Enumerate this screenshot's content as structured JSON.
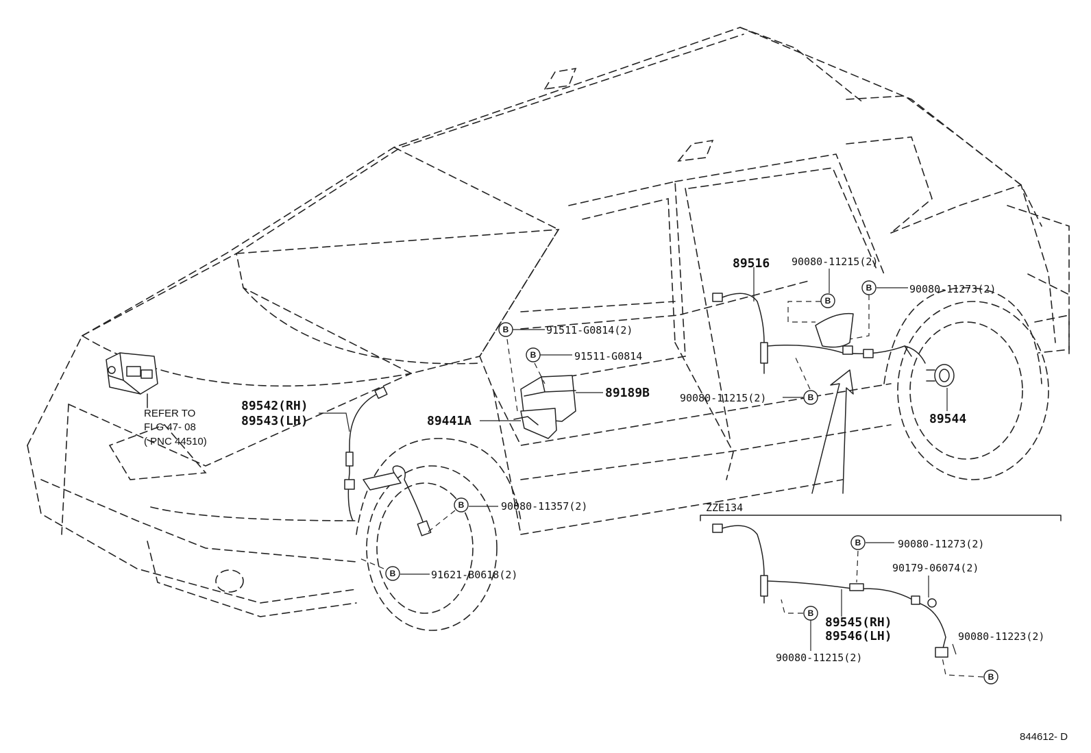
{
  "labels": {
    "p89516": "89516",
    "p90080_11215_2_top": "90080-11215(2)",
    "p90080_11273_2_top": "90080-11273(2)",
    "p91511_G0814_2": "91511-G0814(2)",
    "p91511_G0814": "91511-G0814",
    "p89189B": "89189B",
    "p89441A": "89441A",
    "p90080_11215_2_mid": "90080-11215(2)",
    "p89544": "89544",
    "p89542": "89542(RH)",
    "p89543": "89543(LH)",
    "p90080_11357_2": "90080-11357(2)",
    "p91621_B0618_2": "91621-B0618(2)",
    "p90080_11273_2_inset": "90080-11273(2)",
    "p90179_06074_2": "90179-06074(2)",
    "p89545": "89545(RH)",
    "p89546": "89546(LH)",
    "p90080_11223_2": "90080-11223(2)",
    "p90080_11215_2_inset": "90080-11215(2)"
  },
  "refer_note": {
    "line1": "REFER TO",
    "line2": "FI G 47- 08",
    "line3": "( PNC 44510)"
  },
  "inset_label": "ZZE134",
  "figure_id": "844612- D",
  "bolt_symbol": "B"
}
